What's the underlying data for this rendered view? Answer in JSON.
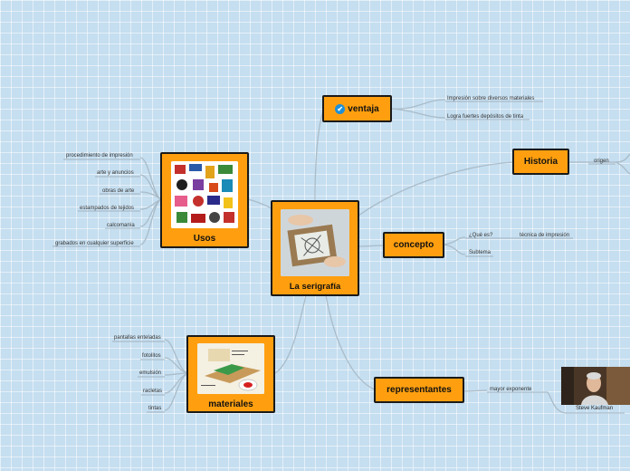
{
  "central": {
    "title": "La serigrafía"
  },
  "ventaja": {
    "title": "ventaja",
    "icon": "checkmark-icon",
    "items": [
      "Impresión sobre diversos materiales",
      "Logra fuertes depósitos de tinta"
    ]
  },
  "historia": {
    "title": "Historia",
    "items": [
      "origen"
    ]
  },
  "concepto": {
    "title": "concepto",
    "q1": "¿Qué es?",
    "a1": "técnica de impresión",
    "q2": "Subtema"
  },
  "representantes": {
    "title": "representantes",
    "items": [
      "mayor exponente"
    ],
    "person": "Steve Kaufman"
  },
  "usos": {
    "title": "Usos",
    "items": [
      "procedimiento de impresión",
      "arte y anuncios",
      "obras de arte",
      "estampados de tejidos",
      "calcomanía",
      "grabados en cualquier superficie"
    ]
  },
  "materiales": {
    "title": "materiales",
    "items": [
      "pantallas enteladas",
      "fotolitos",
      "emulsión",
      "racletas",
      "tintas"
    ]
  },
  "colors": {
    "node": "#ff9f0f",
    "background": "#c5def0",
    "line": "#a9bcc9",
    "border": "#1a1a1a"
  }
}
